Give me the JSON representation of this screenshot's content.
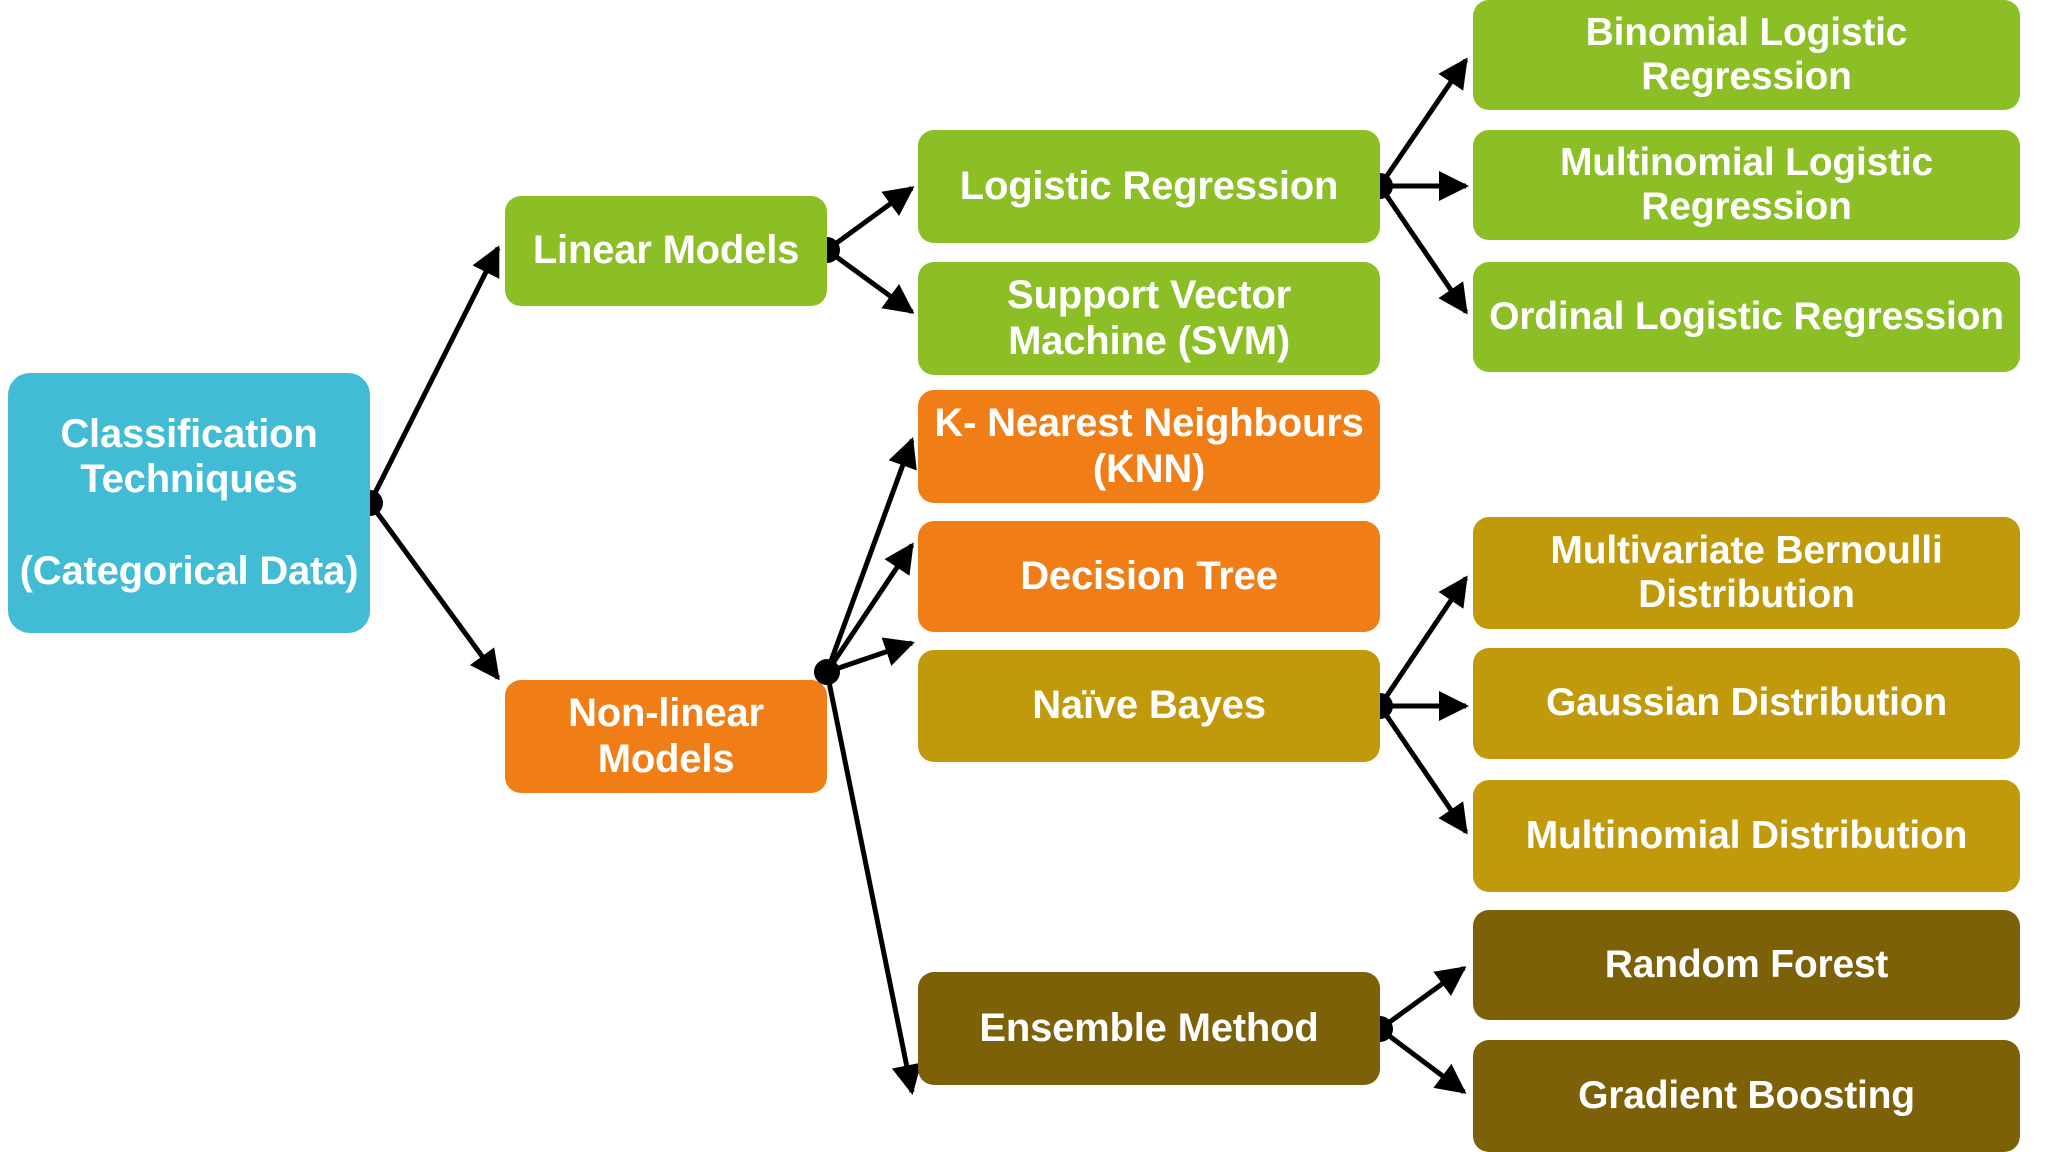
{
  "diagram": {
    "title": "Classification Techniques",
    "type": "tree-diagram",
    "palette": {
      "root": "#41BCD4",
      "linear": "#8CBE26",
      "nonlinear": "#F07D16",
      "naive_bayes": "#C19A0B",
      "ensemble": "#7D6109",
      "edge": "#000000",
      "background": "#FFFFFF",
      "text": "#FFFFFF"
    }
  },
  "nodes": {
    "root": {
      "label": "Classification Techniques\n\n(Categorical Data)"
    },
    "linear_models": {
      "label": "Linear Models"
    },
    "nonlinear_models": {
      "label": "Non-linear Models"
    },
    "logistic_regression": {
      "label": "Logistic Regression"
    },
    "svm": {
      "label": "Support Vector Machine (SVM)"
    },
    "binomial_logistic": {
      "label": "Binomial Logistic Regression"
    },
    "multinomial_logistic": {
      "label": "Multinomial Logistic Regression"
    },
    "ordinal_logistic": {
      "label": "Ordinal Logistic Regression"
    },
    "knn": {
      "label": "K- Nearest Neighbours (KNN)"
    },
    "decision_tree": {
      "label": "Decision Tree"
    },
    "naive_bayes": {
      "label": "Naïve Bayes"
    },
    "multivariate_bernoulli": {
      "label": "Multivariate Bernoulli Distribution"
    },
    "gaussian": {
      "label": "Gaussian Distribution"
    },
    "multinomial_distribution": {
      "label": "Multinomial Distribution"
    },
    "ensemble_method": {
      "label": "Ensemble Method"
    },
    "random_forest": {
      "label": "Random Forest"
    },
    "gradient_boosting": {
      "label": "Gradient Boosting"
    }
  },
  "edges": [
    {
      "from": "root",
      "to": "linear_models"
    },
    {
      "from": "root",
      "to": "nonlinear_models"
    },
    {
      "from": "linear_models",
      "to": "logistic_regression"
    },
    {
      "from": "linear_models",
      "to": "svm"
    },
    {
      "from": "logistic_regression",
      "to": "binomial_logistic"
    },
    {
      "from": "logistic_regression",
      "to": "multinomial_logistic"
    },
    {
      "from": "logistic_regression",
      "to": "ordinal_logistic"
    },
    {
      "from": "nonlinear_models",
      "to": "knn"
    },
    {
      "from": "nonlinear_models",
      "to": "decision_tree"
    },
    {
      "from": "nonlinear_models",
      "to": "naive_bayes"
    },
    {
      "from": "nonlinear_models",
      "to": "ensemble_method"
    },
    {
      "from": "naive_bayes",
      "to": "multivariate_bernoulli"
    },
    {
      "from": "naive_bayes",
      "to": "gaussian"
    },
    {
      "from": "naive_bayes",
      "to": "multinomial_distribution"
    },
    {
      "from": "ensemble_method",
      "to": "random_forest"
    },
    {
      "from": "ensemble_method",
      "to": "gradient_boosting"
    }
  ]
}
